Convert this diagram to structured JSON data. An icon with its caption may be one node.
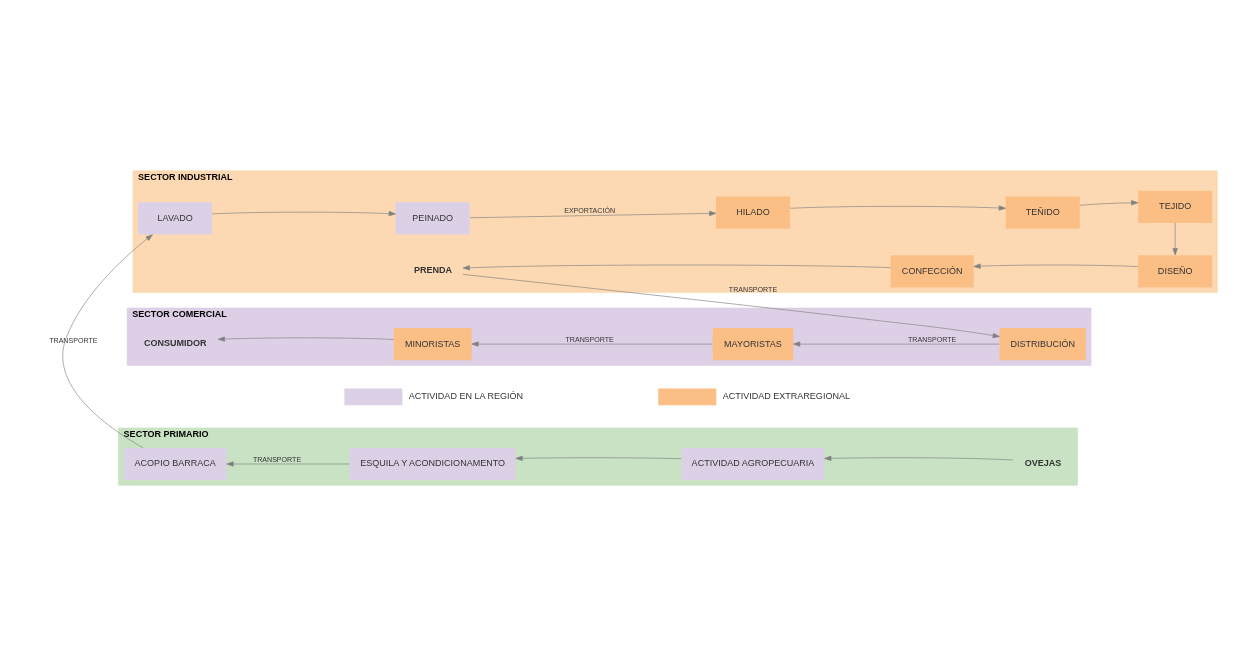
{
  "diagram": {
    "nodes": [
      {
        "text": [
          "SECTOR PRIMARIO"
        ]
      },
      {
        "text": [
          "ACOPIO BARRACA"
        ],
        "in": 0
      },
      {
        "text": [
          "ESQUILA Y ACONDICIONAMENTO"
        ],
        "in": 0
      },
      {
        "text": [
          "ACTIVIDAD AGROPECUARIA"
        ],
        "in": 0
      },
      {
        "text": [
          "OVEJAS"
        ],
        "in": 0
      },
      {
        "text": [
          "SECTOR INDUSTRIAL"
        ]
      },
      {
        "text": [
          "LAVADO"
        ],
        "in": 5
      },
      {
        "text": [
          "PEINADO"
        ],
        "in": 5
      },
      {
        "text": [
          "HILADO"
        ],
        "in": 5
      },
      {
        "text": [
          "TEÑIDO"
        ],
        "in": 5
      },
      {
        "text": [
          "TEJIDO"
        ],
        "in": 5
      },
      {
        "text": [
          "PRENDA"
        ],
        "in": 5
      },
      {
        "text": [
          "CONFECCIÓN"
        ],
        "in": 5
      },
      {
        "text": [
          "DISEÑO"
        ],
        "in": 5
      },
      {
        "text": [
          "SECTOR COMERCIAL"
        ]
      },
      {
        "text": [
          "CONSUMIDOR"
        ],
        "in": 14
      },
      {
        "text": [
          "MINORISTAS"
        ],
        "in": 14
      },
      {
        "text": [
          "MAYORISTAS"
        ],
        "in": 14
      },
      {
        "text": [
          "DISTRIBUCIÓN"
        ],
        "in": 14
      }
    ],
    "edges": [
      {
        "from": 4,
        "to": 3,
        "arrow": "to"
      },
      {
        "from": 3,
        "to": 2,
        "arrow": "to"
      },
      {
        "from": 2,
        "to": 1,
        "arrow": "to",
        "label": "TRANSPORTE"
      },
      {
        "from": 1,
        "to": 6,
        "arrow": "to",
        "label": "TRANSPORTE"
      },
      {
        "from": 6,
        "to": 7,
        "arrow": "to"
      },
      {
        "from": 7,
        "to": 8,
        "arrow": "to",
        "label": "EXPORTACIÓN"
      },
      {
        "from": 8,
        "to": 9,
        "arrow": "to"
      },
      {
        "from": 9,
        "to": 10,
        "arrow": "to"
      },
      {
        "from": 10,
        "to": 13,
        "arrow": "to"
      },
      {
        "from": 13,
        "to": 12,
        "arrow": "to"
      },
      {
        "from": 12,
        "to": 11,
        "arrow": "to"
      },
      {
        "from": 11,
        "to": 18,
        "arrow": "to",
        "label": "TRANSPORTE"
      },
      {
        "from": 18,
        "to": 17,
        "arrow": "to",
        "label": "TRANSPORTE"
      },
      {
        "from": 17,
        "to": 16,
        "arrow": "to",
        "label": "TRANSPORTE"
      },
      {
        "from": 16,
        "to": 15,
        "arrow": "to"
      }
    ],
    "legend": [
      {
        "text": "ACTIVIDAD EN LA REGIÓN",
        "color": "#dcd0e6"
      },
      {
        "text": "ACTIVIDAD EXTRAREGIONAL",
        "color": "#fbbf85"
      }
    ]
  }
}
